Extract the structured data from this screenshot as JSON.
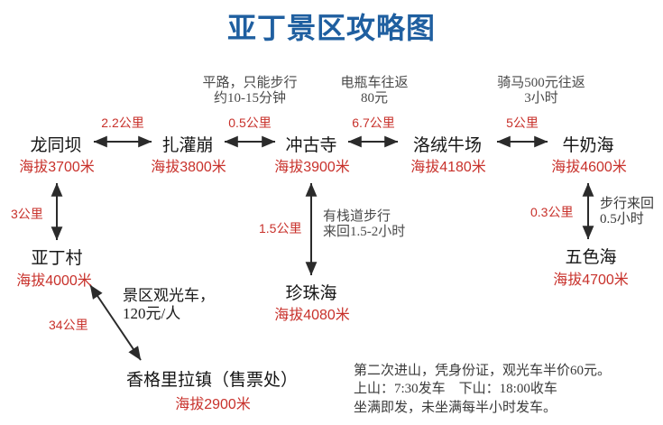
{
  "title": "亚丁景区攻略图",
  "theme": {
    "title_color": "#1F5FA0",
    "elevation_color": "#C8312B",
    "distance_color": "#C8312B",
    "node_color": "#151515",
    "note_color": "#4a4a4a",
    "arrow_color": "#2b2b2b",
    "background": "#ffffff"
  },
  "nodes": {
    "longtongba": {
      "name": "龙同坝",
      "elevation": "海拔3700米"
    },
    "zaguanbeng": {
      "name": "扎灌崩",
      "elevation": "海拔3800米"
    },
    "chonggusi": {
      "name": "冲古寺",
      "elevation": "海拔3900米"
    },
    "luorongniuchang": {
      "name": "洛绒牛场",
      "elevation": "海拔4180米"
    },
    "niunaihai": {
      "name": "牛奶海",
      "elevation": "海拔4600米"
    },
    "yadingcun": {
      "name": "亚丁村",
      "elevation": "海拔4000米"
    },
    "zhenzhuhai": {
      "name": "珍珠海",
      "elevation": "海拔4080米"
    },
    "wusehai": {
      "name": "五色海",
      "elevation": "海拔4700米"
    },
    "xianggelilazhen": {
      "name": "香格里拉镇（售票处）",
      "elevation": "海拔2900米"
    }
  },
  "distances": {
    "longtongba_zaguanbeng": "2.2公里",
    "zaguanbeng_chonggusi": "0.5公里",
    "chonggusi_luorong": "6.7公里",
    "luorong_niunaihai": "5公里",
    "longtongba_yadingcun": "3公里",
    "chonggusi_zhenzhuhai": "1.5公里",
    "niunaihai_wusehai": "0.3公里",
    "yadingcun_zhen": "34公里"
  },
  "notes": {
    "zaguanbeng_chonggusi_note": "平路，只能步行\n约10-15分钟",
    "chonggusi_luorong_note": "电瓶车往返\n80元",
    "luorong_niunaihai_note": "骑马500元往返\n3小时",
    "zhenzhuhai_note": "有栈道步行\n来回1.5-2小时",
    "wusehai_note": "步行来回\n0.5小时",
    "shuttle_note": "景区观光车，\n120元/人",
    "footnote": "第二次进山，凭身份证，观光车半价60元。\n上山：7:30发车　下山：18:00收车\n坐满即发，未坐满每半小时发车。"
  }
}
